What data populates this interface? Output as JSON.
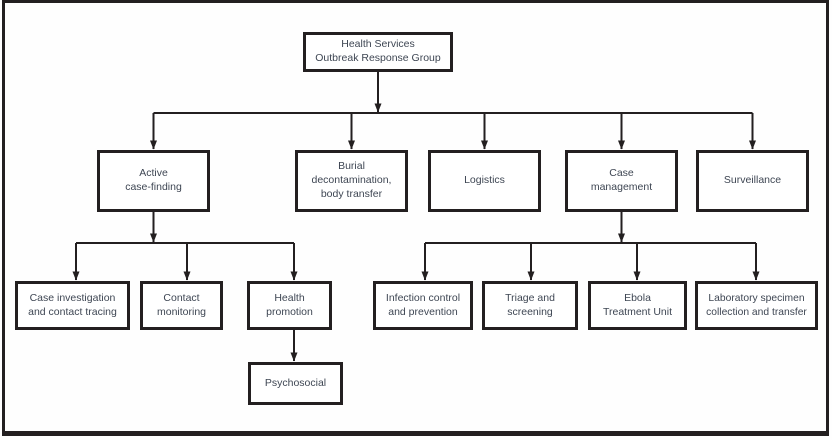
{
  "palette": {
    "line_color": "#231f20",
    "box_border_color": "#231f20",
    "text_color": "#3e4653",
    "box_background": "#ffffff",
    "page_background": "#fefefe"
  },
  "nodes": {
    "root": {
      "label": "Health Services\nOutbreak Response Group"
    },
    "level2": [
      {
        "label": "Active\ncase-finding"
      },
      {
        "label": "Burial\ndecontamination,\nbody transfer"
      },
      {
        "label": "Logistics"
      },
      {
        "label": "Case\nmanagement"
      },
      {
        "label": "Surveillance"
      }
    ],
    "level3_left": [
      {
        "label": "Case investigation\nand contact tracing"
      },
      {
        "label": "Contact\nmonitoring"
      },
      {
        "label": "Health\npromotion"
      }
    ],
    "level3_right": [
      {
        "label": "Infection control\nand prevention"
      },
      {
        "label": "Triage and\nscreening"
      },
      {
        "label": "Ebola\nTreatment Unit"
      },
      {
        "label": "Laboratory specimen\ncollection and transfer"
      }
    ],
    "level4": [
      {
        "label": "Psychosocial"
      }
    ]
  },
  "edges": [
    {
      "from": "Health Services Outbreak Response Group",
      "to": "Active case-finding"
    },
    {
      "from": "Health Services Outbreak Response Group",
      "to": "Burial decontamination, body transfer"
    },
    {
      "from": "Health Services Outbreak Response Group",
      "to": "Logistics"
    },
    {
      "from": "Health Services Outbreak Response Group",
      "to": "Case management"
    },
    {
      "from": "Health Services Outbreak Response Group",
      "to": "Surveillance"
    },
    {
      "from": "Active case-finding",
      "to": "Case investigation and contact tracing"
    },
    {
      "from": "Active case-finding",
      "to": "Contact monitoring"
    },
    {
      "from": "Active case-finding",
      "to": "Health promotion"
    },
    {
      "from": "Case management",
      "to": "Infection control and prevention"
    },
    {
      "from": "Case management",
      "to": "Triage and screening"
    },
    {
      "from": "Case management",
      "to": "Ebola Treatment Unit"
    },
    {
      "from": "Case management",
      "to": "Laboratory specimen collection and transfer"
    },
    {
      "from": "Health promotion",
      "to": "Psychosocial"
    }
  ]
}
